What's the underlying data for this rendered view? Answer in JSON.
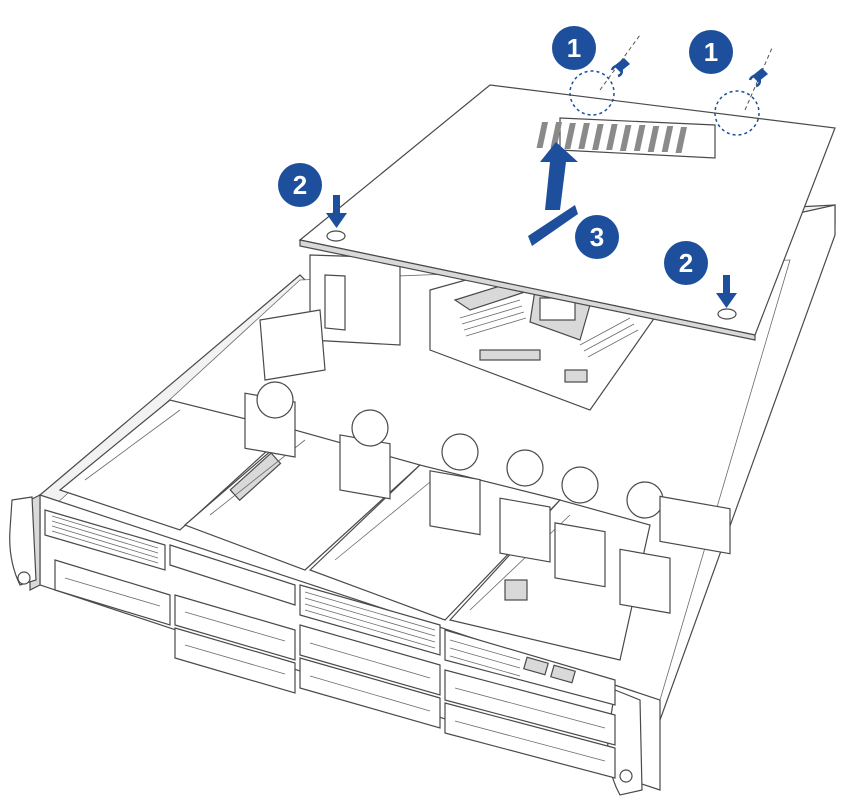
{
  "callouts": {
    "screw_left": "1",
    "screw_right": "1",
    "press_left": "2",
    "press_right": "2",
    "lift_cover": "3"
  },
  "colors": {
    "callout_blue": "#1d4f9c",
    "line": "#4a4a4a",
    "background": "#ffffff"
  },
  "icons": {
    "screw": "screw-icon",
    "press_arrow": "down-arrow-icon",
    "lift_arrow": "up-arrow-icon"
  }
}
